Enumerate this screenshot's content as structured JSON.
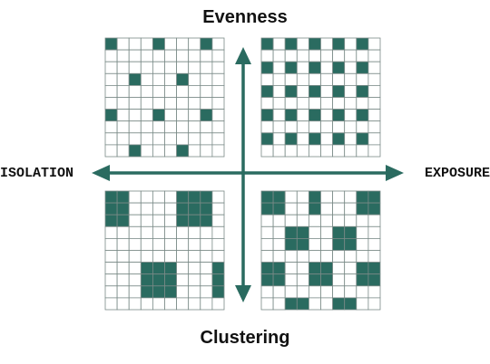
{
  "labels": {
    "top": "Evenness",
    "bottom": "Clustering",
    "left": "ISOLATION",
    "right": "EXPOSURE"
  },
  "colors": {
    "filled": "#2a6b60",
    "grid_line": "#7a8a87",
    "arrow": "#2a6b60",
    "background": "#ffffff"
  },
  "grid_size": [
    10,
    10
  ],
  "panels": [
    {
      "name": "evenness-isolation",
      "filled_cells": [
        [
          0,
          0
        ],
        [
          0,
          4
        ],
        [
          0,
          8
        ],
        [
          3,
          2
        ],
        [
          3,
          6
        ],
        [
          6,
          0
        ],
        [
          6,
          4
        ],
        [
          6,
          8
        ],
        [
          9,
          2
        ],
        [
          9,
          6
        ]
      ]
    },
    {
      "name": "evenness-exposure",
      "filled_cells": [
        [
          0,
          0
        ],
        [
          0,
          2
        ],
        [
          0,
          4
        ],
        [
          0,
          6
        ],
        [
          0,
          8
        ],
        [
          2,
          0
        ],
        [
          2,
          2
        ],
        [
          2,
          4
        ],
        [
          2,
          6
        ],
        [
          2,
          8
        ],
        [
          4,
          0
        ],
        [
          4,
          2
        ],
        [
          4,
          4
        ],
        [
          4,
          6
        ],
        [
          4,
          8
        ],
        [
          6,
          0
        ],
        [
          6,
          2
        ],
        [
          6,
          4
        ],
        [
          6,
          6
        ],
        [
          6,
          8
        ],
        [
          8,
          0
        ],
        [
          8,
          2
        ],
        [
          8,
          4
        ],
        [
          8,
          6
        ],
        [
          8,
          8
        ]
      ]
    },
    {
      "name": "clustering-isolation",
      "filled_cells": [
        [
          0,
          0
        ],
        [
          0,
          1
        ],
        [
          1,
          0
        ],
        [
          1,
          1
        ],
        [
          2,
          0
        ],
        [
          2,
          1
        ],
        [
          0,
          6
        ],
        [
          0,
          7
        ],
        [
          0,
          8
        ],
        [
          1,
          6
        ],
        [
          1,
          7
        ],
        [
          1,
          8
        ],
        [
          2,
          6
        ],
        [
          2,
          7
        ],
        [
          2,
          8
        ],
        [
          6,
          3
        ],
        [
          6,
          4
        ],
        [
          6,
          5
        ],
        [
          7,
          3
        ],
        [
          7,
          4
        ],
        [
          7,
          5
        ],
        [
          8,
          3
        ],
        [
          8,
          4
        ],
        [
          8,
          5
        ],
        [
          6,
          9
        ],
        [
          7,
          9
        ],
        [
          8,
          9
        ]
      ]
    },
    {
      "name": "clustering-exposure",
      "filled_cells": [
        [
          0,
          0
        ],
        [
          0,
          1
        ],
        [
          1,
          0
        ],
        [
          1,
          1
        ],
        [
          0,
          4
        ],
        [
          1,
          4
        ],
        [
          0,
          8
        ],
        [
          0,
          9
        ],
        [
          1,
          8
        ],
        [
          1,
          9
        ],
        [
          3,
          2
        ],
        [
          3,
          3
        ],
        [
          4,
          2
        ],
        [
          4,
          3
        ],
        [
          3,
          6
        ],
        [
          3,
          7
        ],
        [
          4,
          6
        ],
        [
          4,
          7
        ],
        [
          6,
          0
        ],
        [
          6,
          1
        ],
        [
          7,
          0
        ],
        [
          7,
          1
        ],
        [
          6,
          4
        ],
        [
          6,
          5
        ],
        [
          7,
          4
        ],
        [
          7,
          5
        ],
        [
          6,
          8
        ],
        [
          6,
          9
        ],
        [
          7,
          8
        ],
        [
          7,
          9
        ],
        [
          9,
          2
        ],
        [
          9,
          3
        ],
        [
          9,
          6
        ],
        [
          9,
          7
        ]
      ]
    }
  ]
}
